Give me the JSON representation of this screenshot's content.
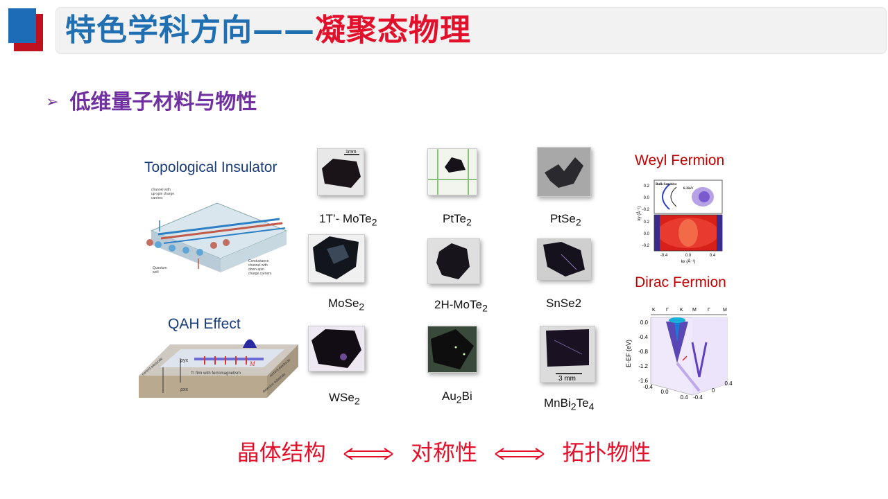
{
  "header": {
    "title_blue": "特色学科方向——",
    "title_red": "凝聚态物理"
  },
  "subtitle": {
    "bullet": "➢",
    "text": "低维量子材料与物性"
  },
  "left": {
    "topological_insulator": "Topological Insulator",
    "qah_effect": "QAH Effect",
    "ti_notes": [
      "channel with",
      "up-spin charge",
      "carriers",
      "Quantum",
      "well",
      "Conductance",
      "channel with",
      "down-spin",
      "charge carriers"
    ],
    "qah_notes": {
      "current_electrode_left": "current electrode",
      "current_electrode_right": "current electrode",
      "dielectric_substrate": "dielectric substrate",
      "ti_film": "TI film with ferromagnetism",
      "rho_yx": "ρyx",
      "rho_xx": "ρxx",
      "m": "M"
    }
  },
  "crystals": [
    {
      "name": "1T’- MoTe",
      "sub": "2",
      "tail": "",
      "scale": "1mm"
    },
    {
      "name": "PtTe",
      "sub": "2",
      "tail": ""
    },
    {
      "name": "PtSe",
      "sub": "2",
      "tail": ""
    },
    {
      "name": "MoSe",
      "sub": "2",
      "tail": ""
    },
    {
      "name": "2H-MoTe",
      "sub": "2",
      "tail": ""
    },
    {
      "name": "SnSe2",
      "sub": "",
      "tail": ""
    },
    {
      "name": "WSe",
      "sub": "2",
      "tail": ""
    },
    {
      "name": "Au",
      "sub": "2",
      "tail": "Bi"
    },
    {
      "name": "MnBi",
      "sub": "2",
      "tail": "Te",
      "sub2": "4",
      "scale": "3 mm"
    }
  ],
  "right": {
    "weyl": {
      "title": "Weyl Fermion",
      "ytick": [
        "0.2",
        "0.0",
        "-0.2",
        "0.2",
        "0.0",
        "-0.2"
      ],
      "xtick": [
        "-0.4",
        "0.0",
        "0.4"
      ],
      "ylabel": "ky (Å⁻¹)",
      "xlabel": "kx (Å⁻¹)",
      "inset1": "Bulk Sensitive",
      "inset2": "6.33eV"
    },
    "dirac": {
      "title": "Dirac Fermion",
      "ytick": [
        "0.0",
        "-0.4",
        "-0.8",
        "-1.2",
        "-1.6"
      ],
      "ylabel": "E-EF (eV)",
      "xtick": [
        "-0.4",
        "0.0",
        "0.4",
        "-0.4",
        "0",
        "0.4"
      ],
      "kpath": [
        "K",
        "Γ",
        "K",
        "M",
        "Γ",
        "M"
      ]
    }
  },
  "bottom": {
    "a": "晶体结构",
    "b": "对称性",
    "c": "拓扑物性"
  },
  "colors": {
    "title_blue": "#1f6fb2",
    "title_red": "#e3102b",
    "subtitle_purple": "#7030a0",
    "bottom_red": "#e3102b"
  }
}
